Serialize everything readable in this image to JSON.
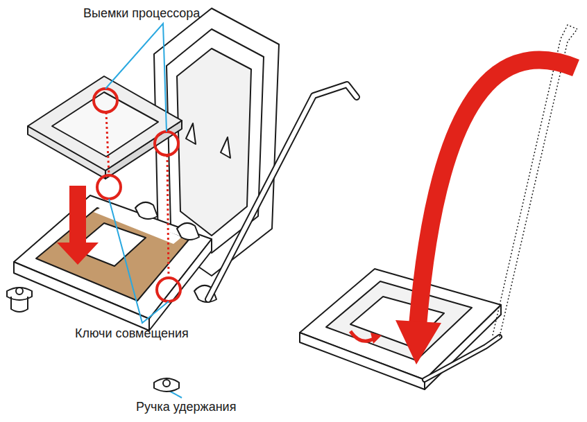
{
  "diagram": {
    "labels": [
      "Выемки процессора",
      "Ключи совмещения",
      "Ручка удержания"
    ]
  }
}
